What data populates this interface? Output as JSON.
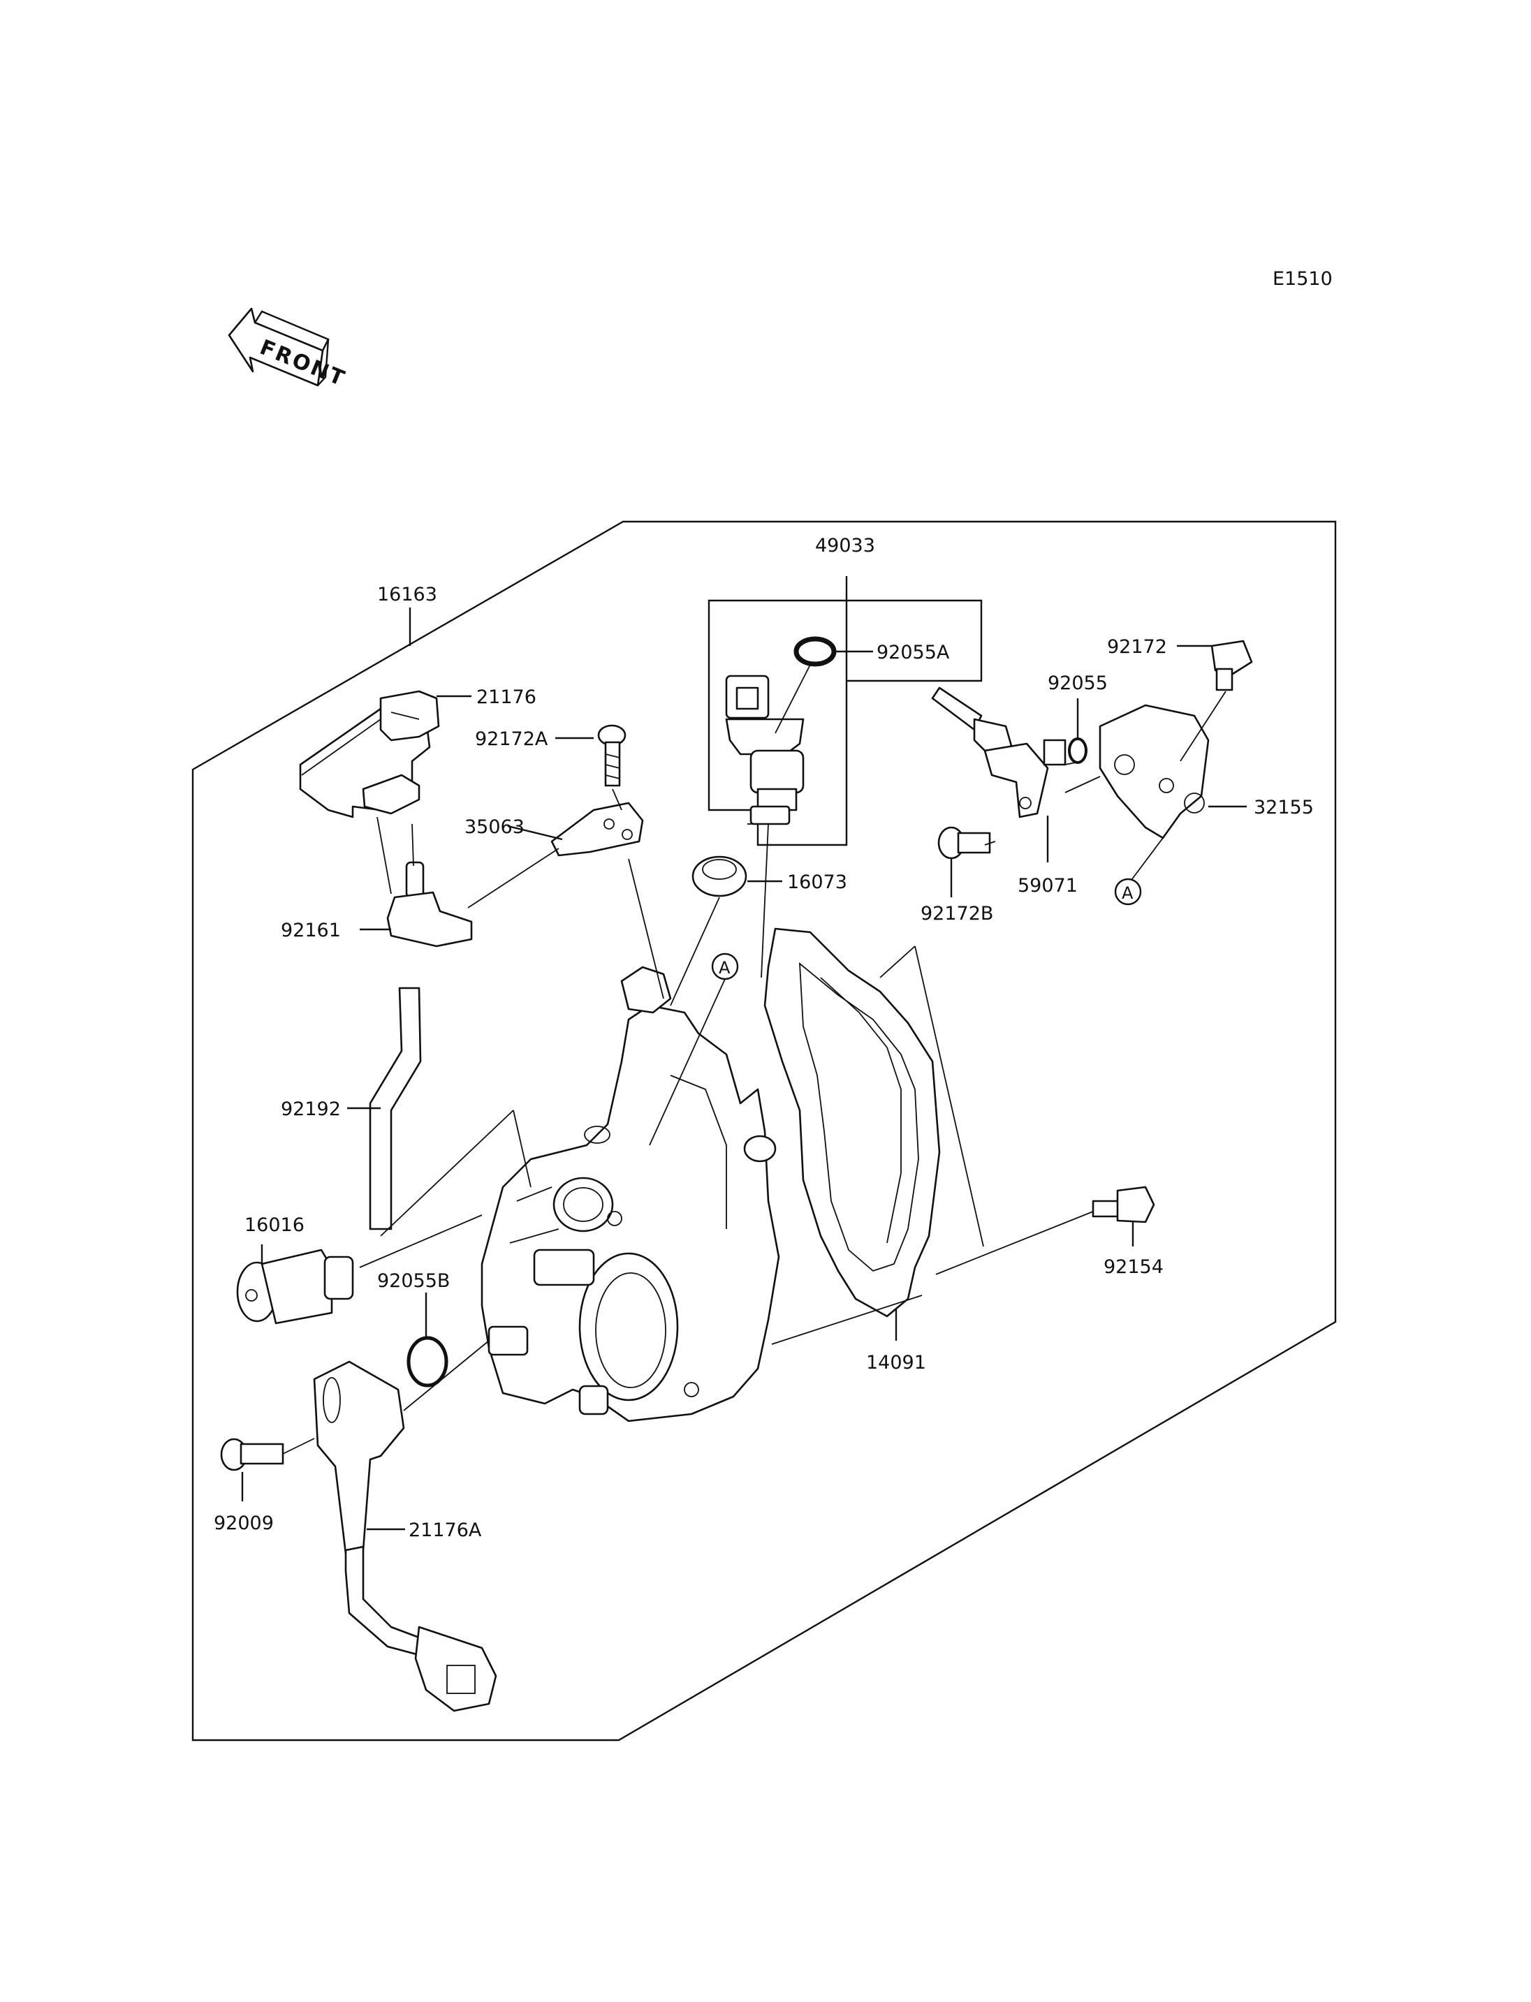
{
  "diagram_code": "E1510",
  "front_label": "FRONT",
  "callouts": {
    "p16163": "16163",
    "p21176": "21176",
    "p92172A": "92172A",
    "p35063": "35063",
    "p92161": "92161",
    "p92192": "92192",
    "p16016": "16016",
    "p92055B": "92055B",
    "p92009": "92009",
    "p21176A": "21176A",
    "p49033": "49033",
    "p92055A": "92055A",
    "p16073": "16073",
    "p92172": "92172",
    "p92055": "92055",
    "p32155": "32155",
    "p59071": "59071",
    "p92172B": "92172B",
    "p92154": "92154",
    "p14091": "14091"
  },
  "ref_marker": "A"
}
